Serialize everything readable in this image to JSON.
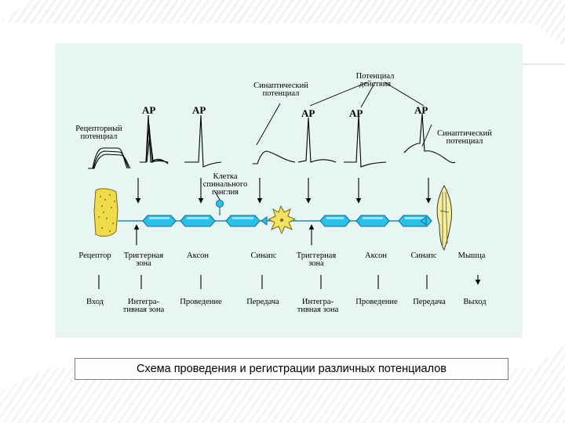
{
  "caption": "Схема проведения и регистрации различных потенциалов",
  "diagram": {
    "top_labels": {
      "synaptic_potential_top": [
        "Синаптический",
        "потенциал"
      ],
      "action_potential": [
        "Потенциал",
        "действия"
      ],
      "receptor_potential": [
        "Рецепторный",
        "потенциал"
      ],
      "synaptic_potential_right": [
        "Синаптический",
        "потенциал"
      ],
      "ganglion_cell": [
        "Клетка",
        "спинального",
        "ганглия"
      ]
    },
    "ap_label": "АР",
    "structure_labels": {
      "receptor": "Рецептор",
      "trigger_zone_1": [
        "Триггерная",
        "зона"
      ],
      "axon_1": "Аксон",
      "synapse_1": "Синапс",
      "trigger_zone_2": [
        "Триггерная",
        "зона"
      ],
      "axon_2": "Аксон",
      "synapse_2": "Синапс",
      "muscle": "Мышца"
    },
    "function_labels": {
      "input": "Вход",
      "integrative_1": [
        "Интегра-",
        "тивная зона"
      ],
      "conduction_1": "Проведение",
      "transmission_1": "Передача",
      "integrative_2": [
        "Интегра-",
        "тивная зона"
      ],
      "conduction_2": "Проведение",
      "transmission_2": "Передача",
      "output": "Выход"
    }
  },
  "colors": {
    "figure_bg": "#e7f6f3",
    "axon_fill": "#29c1ea",
    "receptor_fill": "#f0dc4a",
    "ganglion_fill": "#f2e060",
    "muscle_fill": "#f6ee96"
  }
}
